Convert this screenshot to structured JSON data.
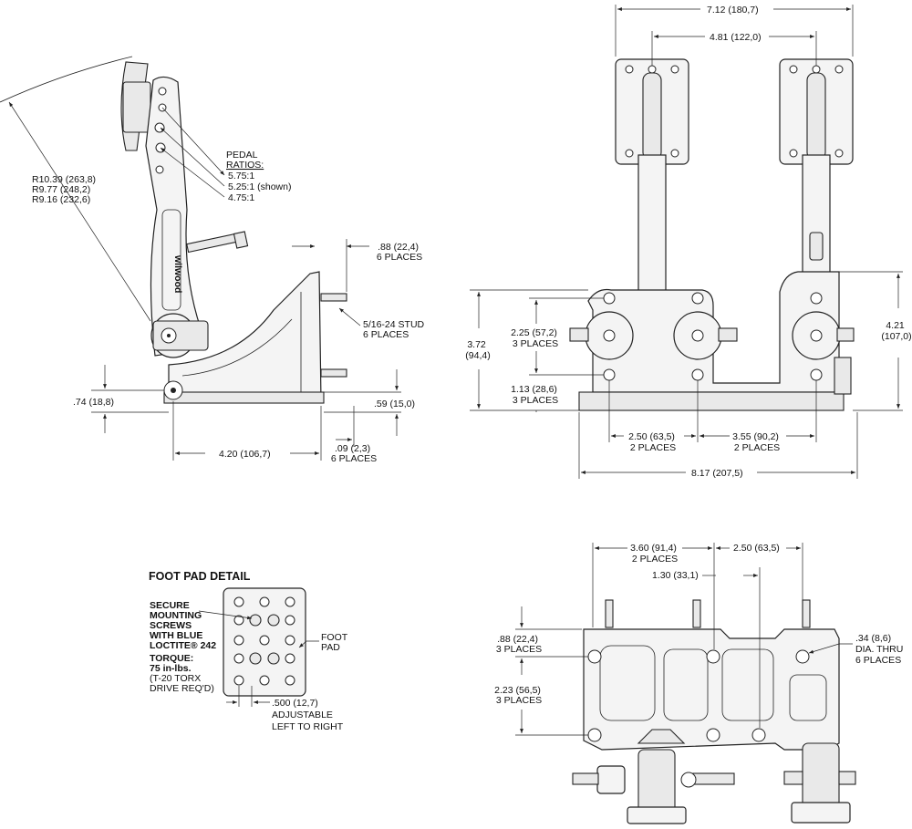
{
  "side_view": {
    "radius_labels": [
      "R10.39 (263,8)",
      "R9.77 (248,2)",
      "R9.16 (232,6)"
    ],
    "pedal_ratios_title": [
      "PEDAL",
      "RATIOS:"
    ],
    "ratios": [
      "5.75:1",
      "5.25:1 (shown)",
      "4.75:1"
    ],
    "brand": "wilwood",
    "dim_stud_length": [
      ".88 (22,4)",
      "6 PLACES"
    ],
    "dim_stud": [
      "5/16-24 STUD",
      "6 PLACES"
    ],
    "dim_pivot_height": ".74 (18,8)",
    "dim_base_height": ".59 (15,0)",
    "dim_length": "4.20 (106,7)",
    "dim_offset": [
      ".09 (2,3)",
      "6 PLACES"
    ]
  },
  "front_view": {
    "dim_total_top": "7.12 (180,7)",
    "dim_pad_center": "4.81 (122,0)",
    "dim_hole_vertical": [
      "2.25 (57,2)",
      "3 PLACES"
    ],
    "dim_height_left": [
      "3.72",
      "(94,4)"
    ],
    "dim_hole_lower": [
      "1.13 (28,6)",
      "3 PLACES"
    ],
    "dim_height_right": [
      "4.21",
      "(107,0)"
    ],
    "dim_spacing_left": [
      "2.50 (63,5)",
      "2 PLACES"
    ],
    "dim_spacing_right": [
      "3.55 (90,2)",
      "2 PLACES"
    ],
    "dim_total_width": "8.17 (207,5)"
  },
  "foot_pad_detail": {
    "title": "FOOT PAD DETAIL",
    "note_lines": [
      "SECURE",
      "MOUNTING",
      "SCREWS",
      "WITH BLUE",
      "LOCTITE® 242"
    ],
    "torque_label": "TORQUE:",
    "torque_value": "75 in-lbs.",
    "torque_note": [
      "(T-20 TORX",
      "DRIVE REQ'D)"
    ],
    "foot_pad": [
      "FOOT",
      "PAD"
    ],
    "adjust": [
      ".500 (12,7)",
      "ADJUSTABLE",
      "LEFT TO RIGHT"
    ]
  },
  "top_view": {
    "dim_a": [
      "3.60 (91,4)",
      "2 PLACES"
    ],
    "dim_b": "2.50 (63,5)",
    "dim_c": "1.30 (33,1)",
    "dim_d": [
      ".88 (22,4)",
      "3 PLACES"
    ],
    "dim_e": [
      "2.23 (56,5)",
      "3 PLACES"
    ],
    "dim_holes": [
      ".34 (8,6)",
      "DIA. THRU",
      "6 PLACES"
    ]
  }
}
